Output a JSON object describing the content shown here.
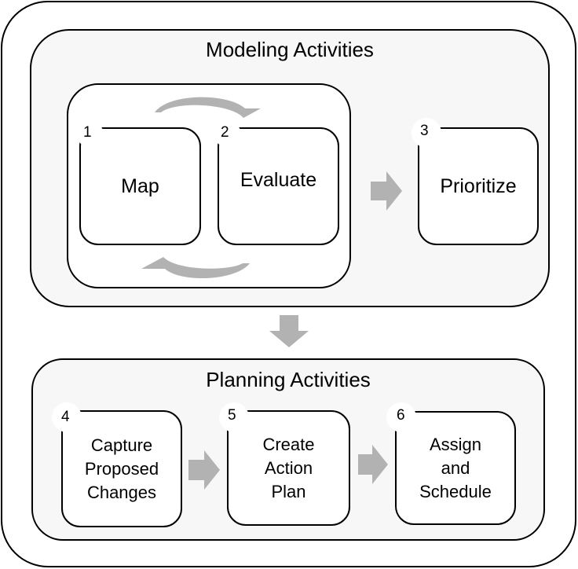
{
  "diagram": {
    "colors": {
      "arrow": "#b2b2b2",
      "group_fill": "#f7f7f7",
      "box_fill": "#ffffff",
      "stroke": "#000000"
    },
    "modeling": {
      "title": "Modeling Activities",
      "steps": [
        {
          "number": "1",
          "label": "Map"
        },
        {
          "number": "2",
          "label": "Evaluate"
        },
        {
          "number": "3",
          "label": "Prioritize"
        }
      ]
    },
    "planning": {
      "title": "Planning Activities",
      "steps": [
        {
          "number": "4",
          "label": "Capture\nProposed\nChanges"
        },
        {
          "number": "5",
          "label": "Create\nAction\nPlan"
        },
        {
          "number": "6",
          "label": "Assign\nand\nSchedule"
        }
      ]
    },
    "arrows": [
      {
        "from": "1",
        "to": "2",
        "type": "curved-loop-forward"
      },
      {
        "from": "2",
        "to": "1",
        "type": "curved-loop-back"
      },
      {
        "from": "loop",
        "to": "3",
        "type": "right"
      },
      {
        "from": "modeling",
        "to": "planning",
        "type": "down"
      },
      {
        "from": "4",
        "to": "5",
        "type": "right"
      },
      {
        "from": "5",
        "to": "6",
        "type": "right"
      }
    ]
  }
}
